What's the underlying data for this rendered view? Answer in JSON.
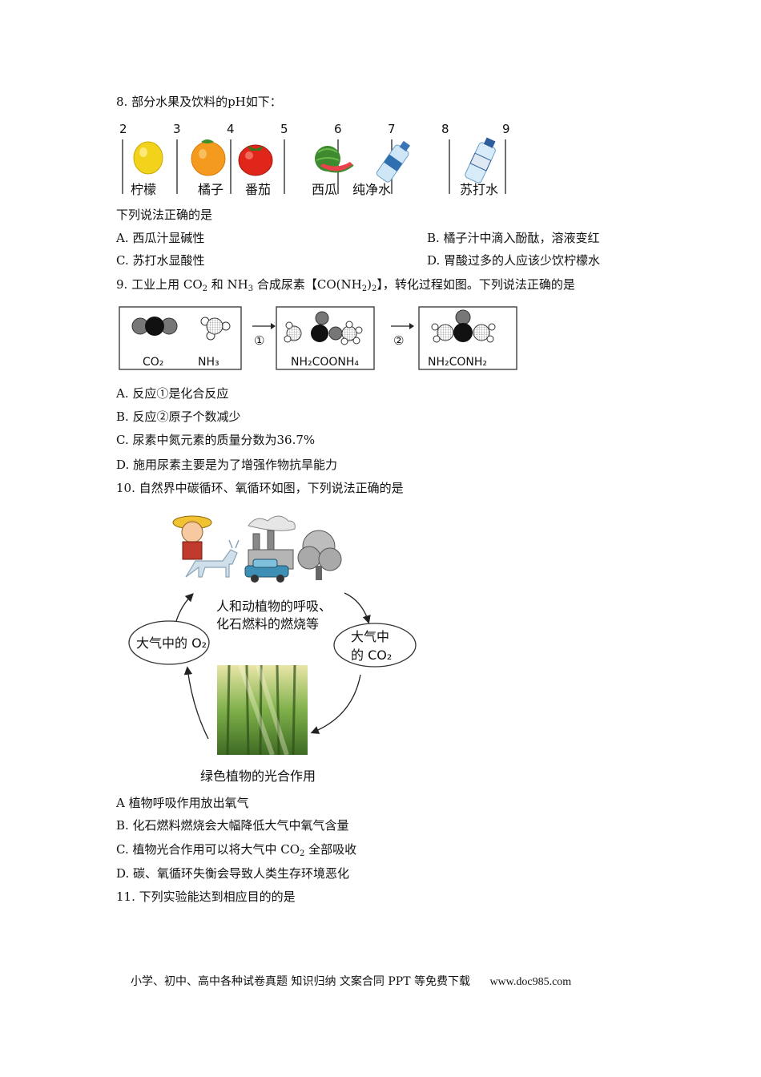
{
  "q8": {
    "stem": "8. 部分水果及饮料的pH如下：",
    "scale": [
      "2",
      "3",
      "4",
      "5",
      "6",
      "7",
      "8",
      "9"
    ],
    "items": [
      "柠檬",
      "橘子",
      "番茄",
      "西瓜",
      "纯净水",
      "苏打水"
    ],
    "question": "下列说法正确的是",
    "options": {
      "A": "A.  西瓜汁显碱性",
      "B": "B.  橘子汁中滴入酚酞，溶液变红",
      "C": "C.  苏打水显酸性",
      "D": "D.  胃酸过多的人应该少饮柠檬水"
    }
  },
  "q9": {
    "stem_a": "9. 工业上用 CO",
    "stem_b": "2",
    "stem_c": " 和 NH",
    "stem_d": "3",
    "stem_e": " 合成尿素【CO(NH",
    "stem_f": "2",
    "stem_g": ")",
    "stem_h": "2",
    "stem_i": "】，转化过程如图。下列说法正确的是",
    "labels": {
      "co2": "CO₂",
      "nh3": "NH₃",
      "mid": "NH₂COONH₄",
      "urea": "NH₂CONH₂",
      "step1": "①",
      "step2": "②"
    },
    "options": {
      "A": "A.  反应①是化合反应",
      "B": "B.  反应②原子个数减少",
      "C": "C.  尿素中氮元素的质量分数为36.7%",
      "D": "D.  施用尿素主要是为了增强作物抗旱能力"
    }
  },
  "q10": {
    "stem": "10. 自然界中碳循环、氧循环如图，下列说法正确的是",
    "diagram": {
      "top_line1": "人和动植物的呼吸、",
      "top_line2": "化石燃料的燃烧等",
      "left_ellipse": "大气中的 O₂",
      "right_line1": "大气中",
      "right_line2": "的 CO₂",
      "bottom": "绿色植物的光合作用"
    },
    "options": {
      "A": "A   植物呼吸作用放出氧气",
      "B": "B.  化石燃料燃烧会大幅降低大气中氧气含量",
      "C_a": "C.  植物光合作用可以将大气中 CO",
      "C_b": "2",
      "C_c": " 全部吸收",
      "D": "D.  碳、氧循环失衡会导致人类生存环境恶化"
    }
  },
  "q11": {
    "stem": "11. 下列实验能达到相应目的的是"
  },
  "footer": {
    "text": "小学、初中、高中各种试卷真题  知识归纳  文案合同  PPT 等免费下载",
    "url": "www.doc985.com"
  }
}
